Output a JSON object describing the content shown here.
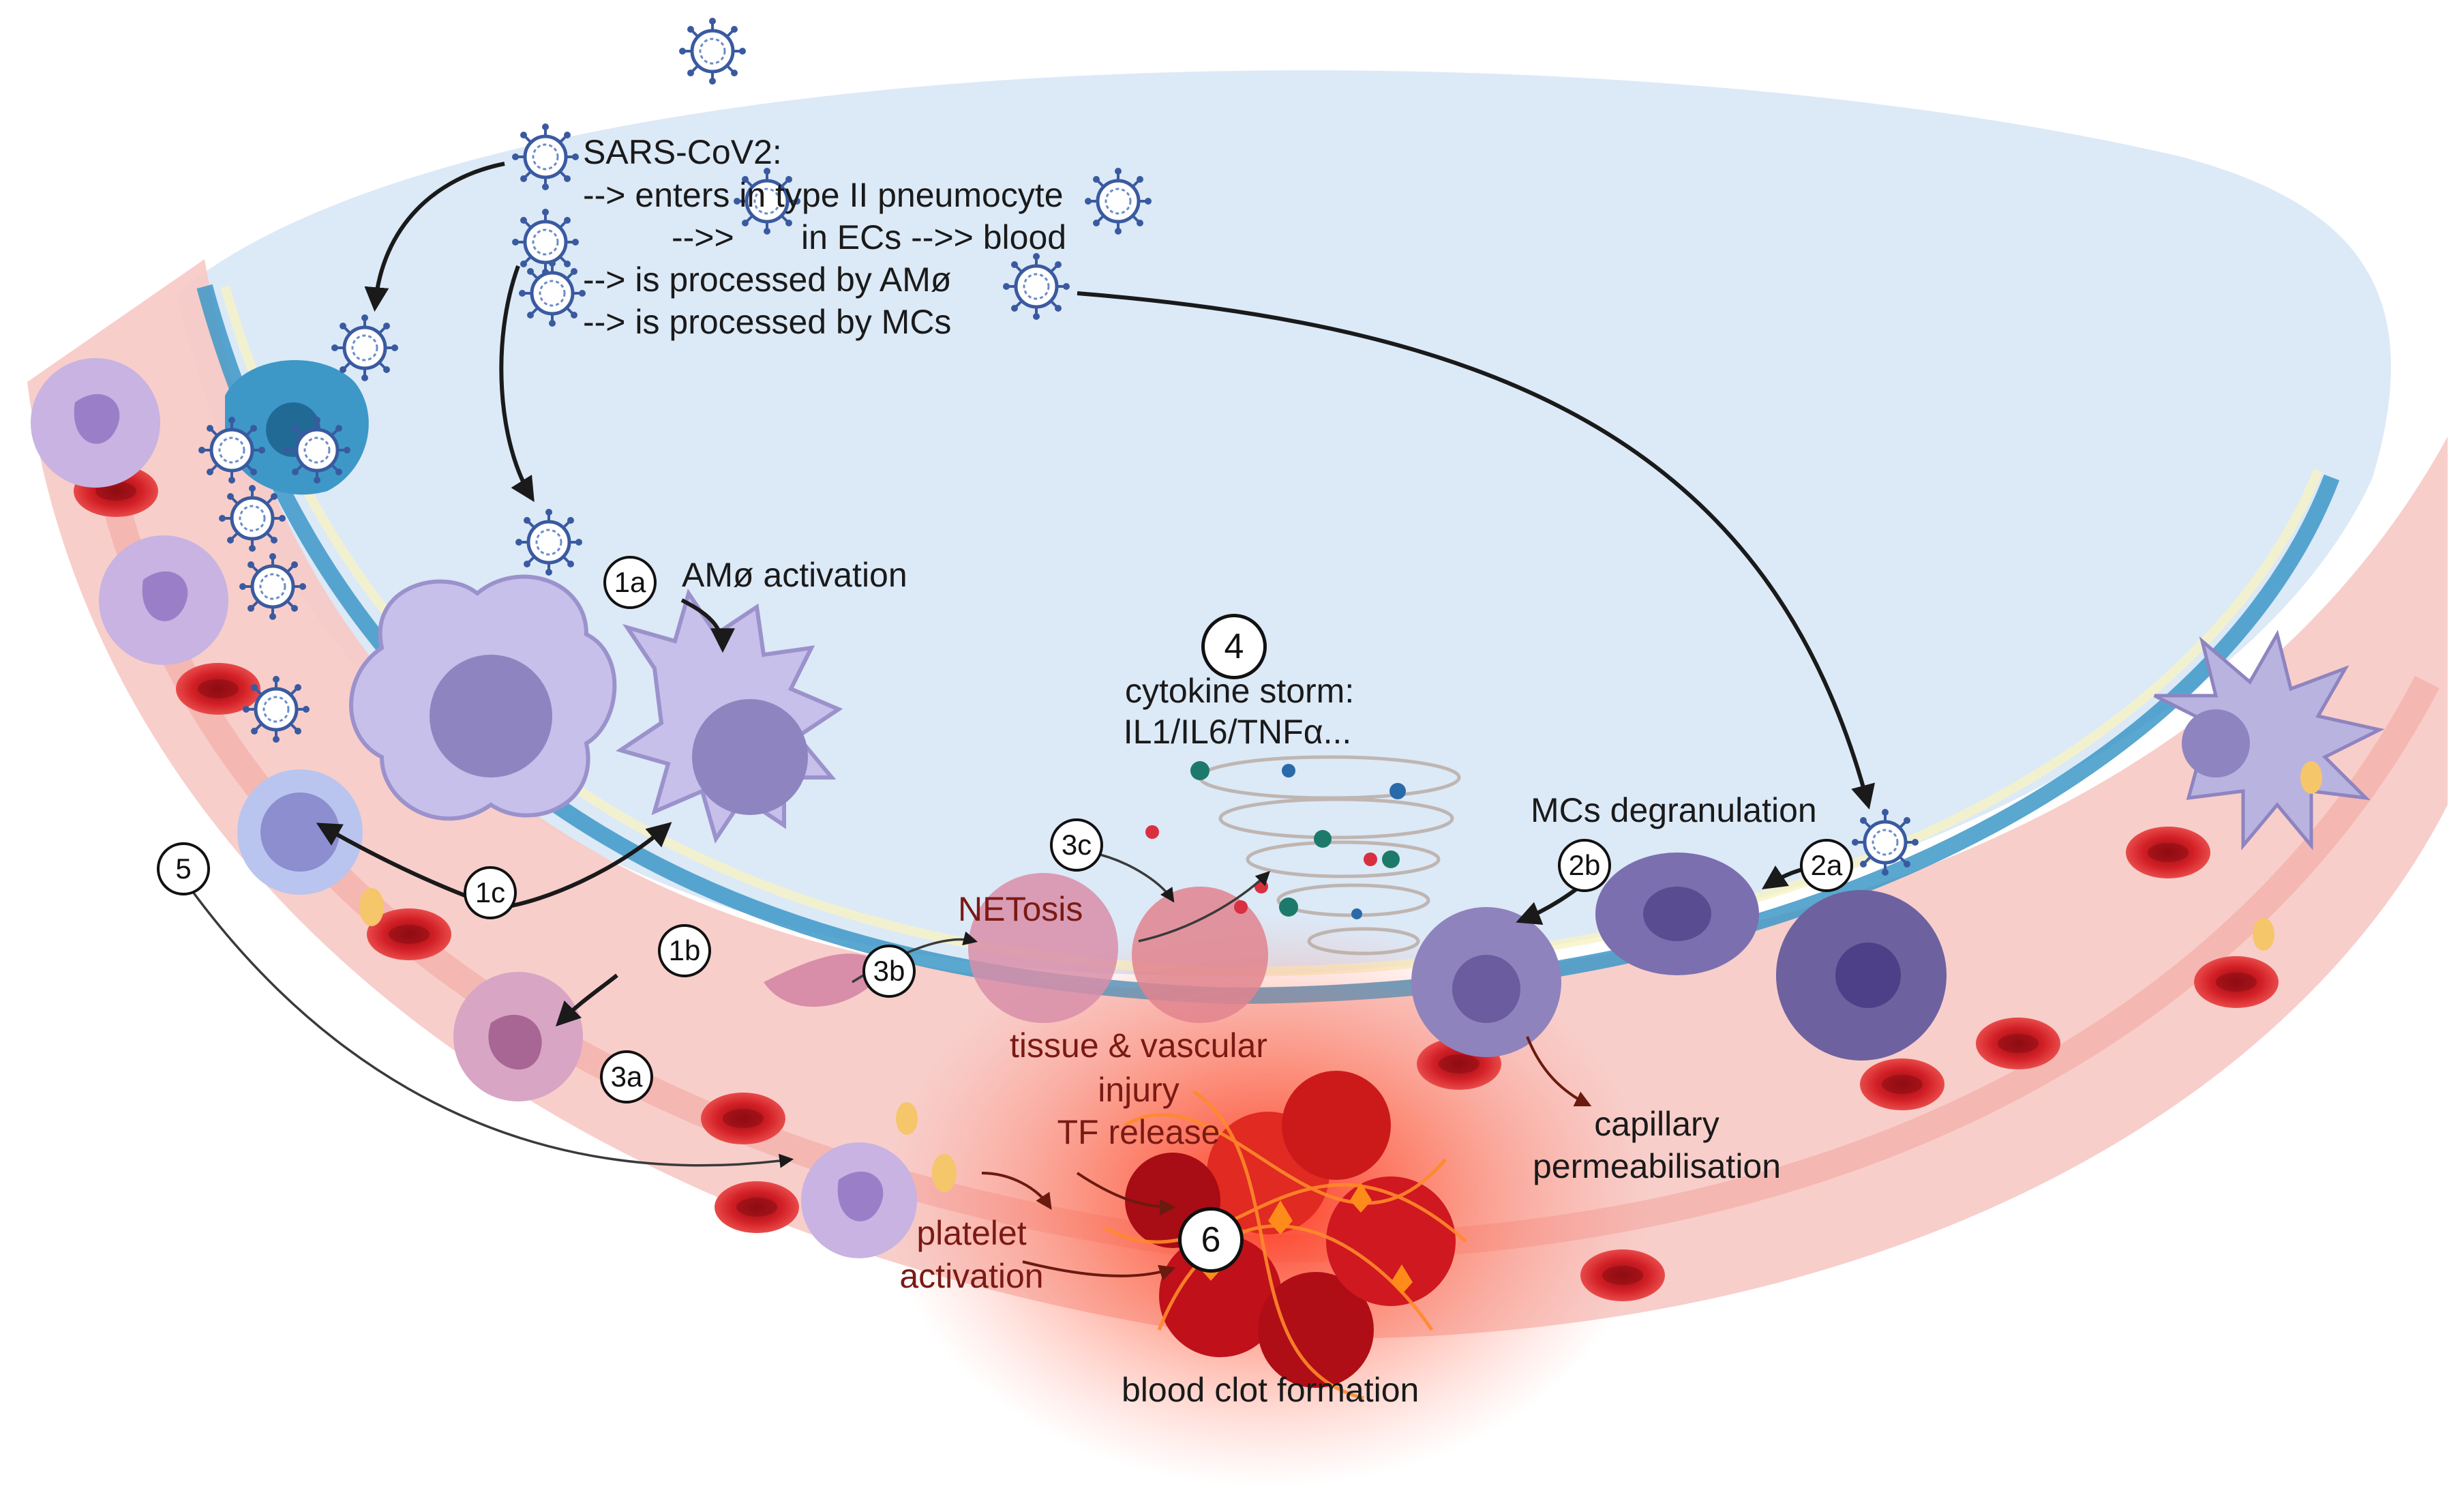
{
  "sars_text": {
    "title": "SARS-CoV2:",
    "line1": "--> enters in type II pneumocyte",
    "line2a": "-->>",
    "line2b": "in ECs -->> blood",
    "line3": "--> is processed by AMø",
    "line4": "--> is processed by MCs"
  },
  "steps": {
    "s1a": "1a",
    "s1b": "1b",
    "s1c": "1c",
    "s2a": "2a",
    "s2b": "2b",
    "s3a": "3a",
    "s3b": "3b",
    "s3c": "3c",
    "s4": "4",
    "s5": "5",
    "s6": "6"
  },
  "labels": {
    "amo_activation": "AMø activation",
    "cytokine_storm_1": "cytokine storm:",
    "cytokine_storm_2": "IL1/IL6/TNFα...",
    "mcs_degranulation": "MCs degranulation",
    "netosis": "NETosis",
    "tissue_1": "tissue & vascular",
    "tissue_2": "injury",
    "tf_release": "TF release",
    "capillary_1": "capillary",
    "capillary_2": "permeabilisation",
    "platelet_1": "platelet",
    "platelet_2": "activation",
    "blood_clot": "blood clot formation"
  },
  "colors": {
    "alveolus": "#dce9f7",
    "vessel": "#f7c9c4",
    "rbc": "#d21f26",
    "macrophage": "#b9b3e0",
    "mast_cell": "#7b6fb0",
    "epithelium": "#3d98c8",
    "clot_glow": "#ff3b1e",
    "virus": "#3a5aa0"
  }
}
